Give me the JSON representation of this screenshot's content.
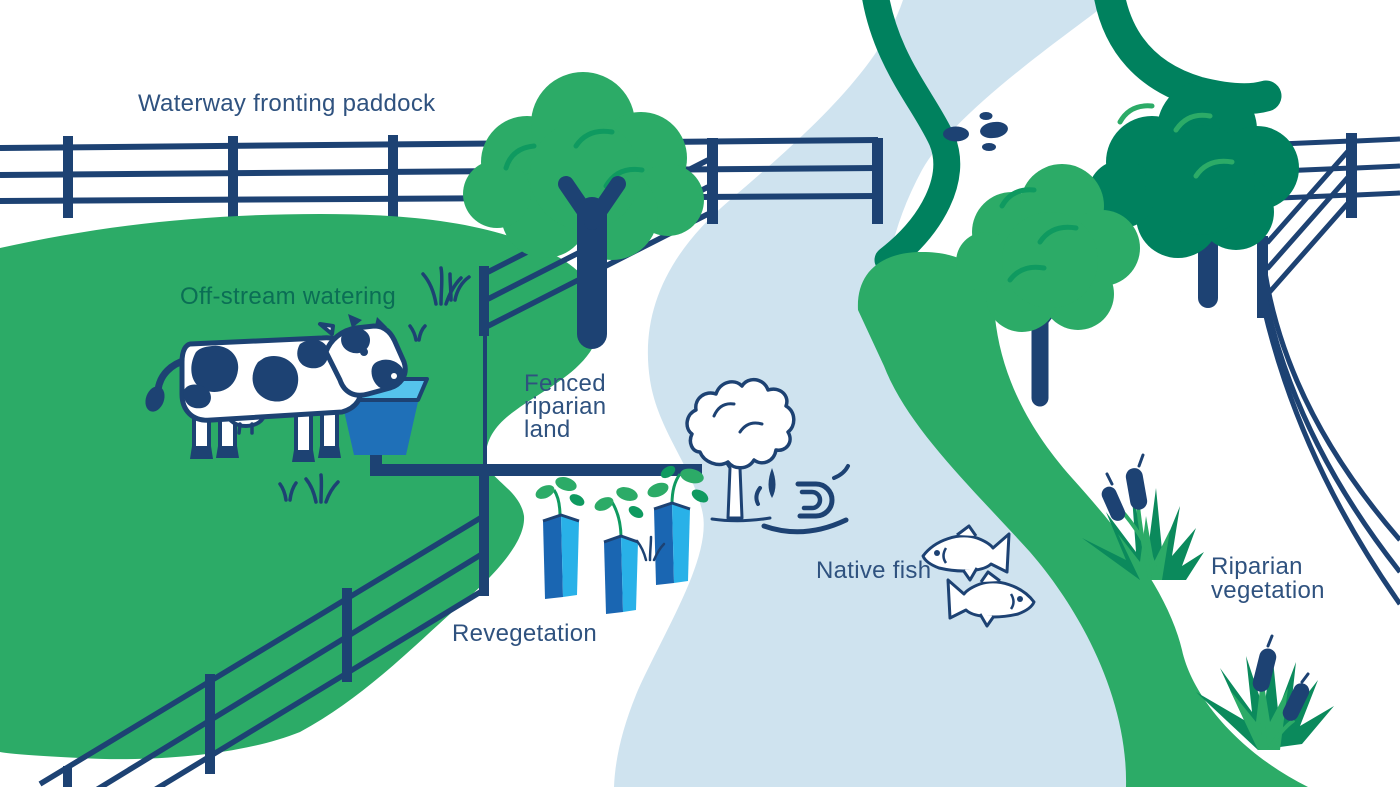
{
  "labels": {
    "waterway_fronting_paddock": "Waterway fronting paddock",
    "off_stream_watering": "Off-stream watering",
    "fenced_riparian_land": "Fenced riparian land",
    "revegetation": "Revegetation",
    "native_fish": "Native fish",
    "riparian_vegetation": "Riparian vegetation"
  },
  "palette": {
    "navy_outline": "#1d4273",
    "label_navy": "#2f527f",
    "label_teal_green": "#0b6e55",
    "bright_green": "#2cab67",
    "dark_green": "#00815e",
    "leaf_accent_green": "#0f9a60",
    "river_light_blue": "#cfe3ef",
    "trough_blue": "#1f70b8",
    "trough_water_cyan": "#55c3ec",
    "tree_guard_dark_blue": "#1a66b2",
    "tree_guard_light_blue": "#29b1e8",
    "background_white": "#ffffff"
  },
  "illustration_elements": [
    "river",
    "paddock-grass",
    "boundary-fence",
    "riparian-fence",
    "far-bank-fence",
    "cow",
    "water-trough",
    "water-pipe",
    "paddock-tree",
    "riverbank-trees",
    "white-sketch-tree",
    "tree-guards-with-seedlings",
    "native-fish-pair",
    "reed-clumps",
    "riverbank-vegetation-strip",
    "stones",
    "water-ripples",
    "grass-tufts"
  ]
}
